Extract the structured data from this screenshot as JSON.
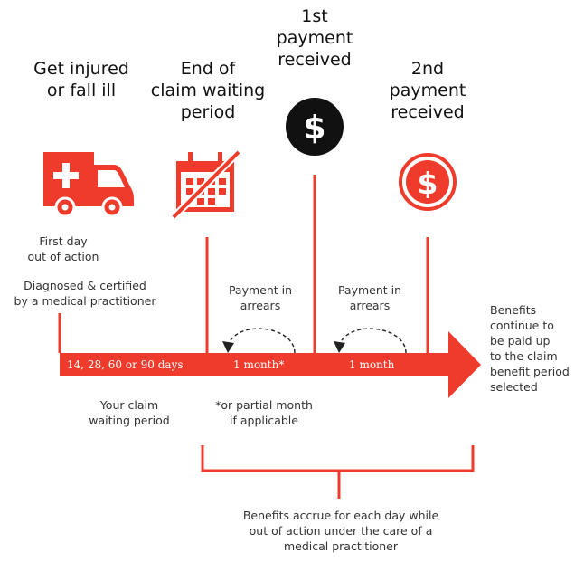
{
  "colors": {
    "accent": "#ef3b2b",
    "dark": "#111111",
    "text": "#333333"
  },
  "stages": {
    "injured": {
      "title": "Get injured\nor fall ill",
      "icon": "ambulance-icon"
    },
    "waiting_end": {
      "title": "End of\nclaim waiting\nperiod",
      "icon": "calendar-crossed-icon"
    },
    "first_payment": {
      "title": "1st\npayment\nreceived",
      "icon": "dollar-coin-icon"
    },
    "second_payment": {
      "title": "2nd\npayment\nreceived",
      "icon": "dollar-coin-outline-icon"
    }
  },
  "notes": {
    "first_day": "First day\nout of action",
    "diagnosed": "Diagnosed & certified\nby a medical practitioner",
    "arrears_1": "Payment in\narrears",
    "arrears_2": "Payment in\narrears",
    "benefits_continue": "Benefits\ncontinue to\nbe paid up\nto the claim\nbenefit period\nselected",
    "waiting_period": "Your claim\nwaiting period",
    "partial_month": "*or partial month\nif applicable",
    "accrue": "Benefits accrue for each day while\nout of action under the care of a\nmedical practitioner"
  },
  "timeline": {
    "segment_1": "14, 28, 60 or 90 days",
    "segment_2": "1 month*",
    "segment_3": "1 month"
  }
}
